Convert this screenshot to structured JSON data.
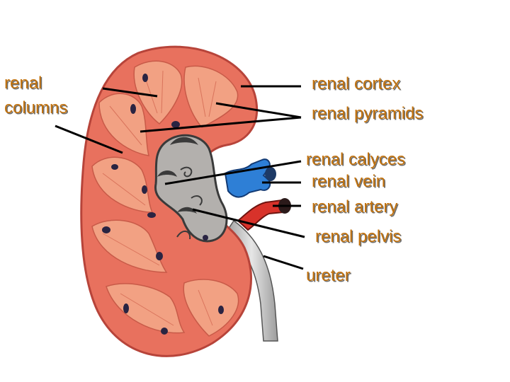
{
  "labels": {
    "renal_columns_1": "renal",
    "renal_columns_2": "columns",
    "renal_cortex": "renal cortex",
    "renal_pyramids": "renal pyramids",
    "renal_calyces": "renal calyces",
    "renal_vein": "renal vein",
    "renal_artery": "renal artery",
    "renal_pelvis": "renal pelvis",
    "ureter": "ureter"
  },
  "colors": {
    "label_text": "#c2720e",
    "cortex": "#e8715e",
    "cortex_edge": "#b7443a",
    "pyramid": "#f2a183",
    "pyramid_line": "#c85a48",
    "sinus": "#b3b0ad",
    "sinus_dark": "#3a3a3a",
    "vein": "#2e7fd6",
    "artery": "#d8322a",
    "ureter": "#c9c9c9",
    "leader_line": "#000000"
  }
}
